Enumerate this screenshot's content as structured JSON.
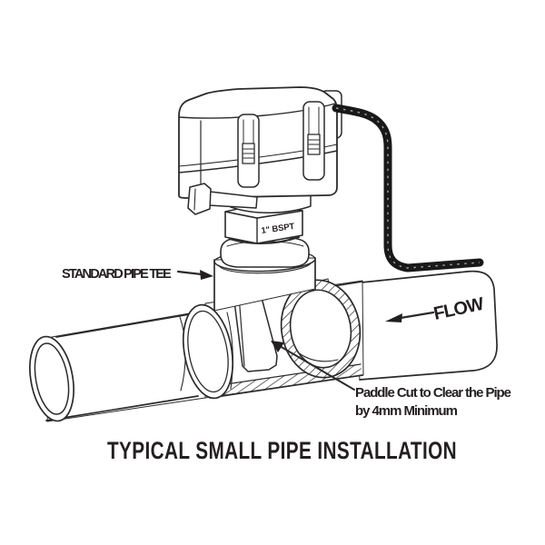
{
  "diagram": {
    "title": "TYPICAL SMALL PIPE INSTALLATION",
    "labels": {
      "pipe_tee": "STANDARD PIPE TEE",
      "fitting_size": "1\" BSPT",
      "flow": "FLOW",
      "paddle_note_line1": "Paddle Cut to Clear the Pipe",
      "paddle_note_line2": "by 4mm Minimum"
    },
    "colors": {
      "line": "#2b2b2b",
      "cable": "#191919",
      "text": "#231f20",
      "background": "#ffffff"
    }
  }
}
